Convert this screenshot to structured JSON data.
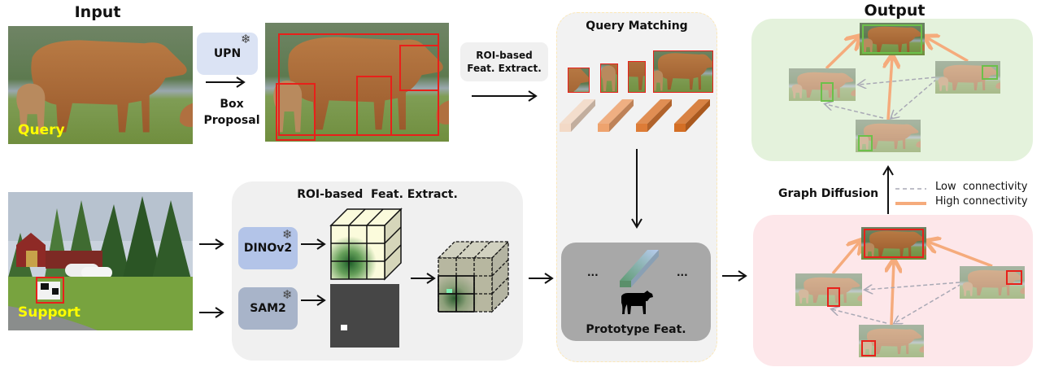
{
  "titles": {
    "input": "Input",
    "output": "Output"
  },
  "query_image": {
    "label": "Query",
    "label_color": "#ffff00"
  },
  "support_image": {
    "label": "Support",
    "label_color": "#ffff00",
    "box_color": "#e8201a"
  },
  "upn": {
    "label": "UPN",
    "frozen_icon": "snowflake-icon",
    "color": "#dbe3f4"
  },
  "box_proposal": {
    "line1": "Box",
    "line2": "Proposal"
  },
  "roi_top": {
    "line1": "ROI-based",
    "line2": "Feat. Extract."
  },
  "query_matching": {
    "title": "Query Matching",
    "crops": [
      "cow-head",
      "calf",
      "cow-legs",
      "whole-cow"
    ],
    "feature_colors": [
      "#f3d9c6",
      "#eea36e",
      "#dd7c37",
      "#d46f25"
    ]
  },
  "roi_bottom": {
    "title": "ROI-based  Feat. Extract.",
    "dinov2": {
      "label": "DINOv2",
      "color": "#b3c4e8"
    },
    "sam2": {
      "label": "SAM2",
      "color": "#a8b4c9"
    }
  },
  "prototype": {
    "label": "Prototype Feat.",
    "ellipsis_left": "...",
    "ellipsis_right": "...",
    "icon": "cow-icon"
  },
  "graph_diffusion": {
    "label": "Graph Diffusion",
    "legend": [
      {
        "style": "dashed",
        "color": "#a9a9b5",
        "label": "Low  connectivity"
      },
      {
        "style": "solid",
        "color": "#f5ab7c",
        "label": "High connectivity"
      }
    ]
  },
  "colors": {
    "output_panel": "#e4f2dc",
    "graph_panel": "#fde7ea",
    "gray_panel": "#f0f0f0",
    "proto_box": "#a8a8a8",
    "red_box": "#e8201a",
    "green_box": "#6cc04a",
    "high_edge": "#f5ab7c",
    "low_edge": "#a9a9b5"
  }
}
